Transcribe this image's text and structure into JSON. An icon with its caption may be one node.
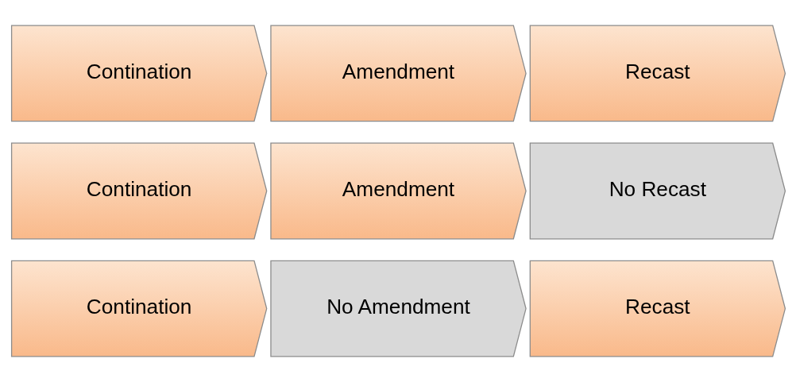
{
  "diagram": {
    "nodes": [
      {
        "text": [
          "Contination"
        ]
      },
      {
        "text": [
          "Amendment"
        ]
      },
      {
        "text": [
          "Recast"
        ]
      },
      {
        "text": [
          "Contination"
        ]
      },
      {
        "text": [
          "Amendment"
        ]
      },
      {
        "text": [
          "No Recast"
        ]
      },
      {
        "text": [
          "Contination"
        ]
      },
      {
        "text": [
          "No Amendment"
        ]
      },
      {
        "text": [
          "Recast"
        ]
      }
    ]
  }
}
